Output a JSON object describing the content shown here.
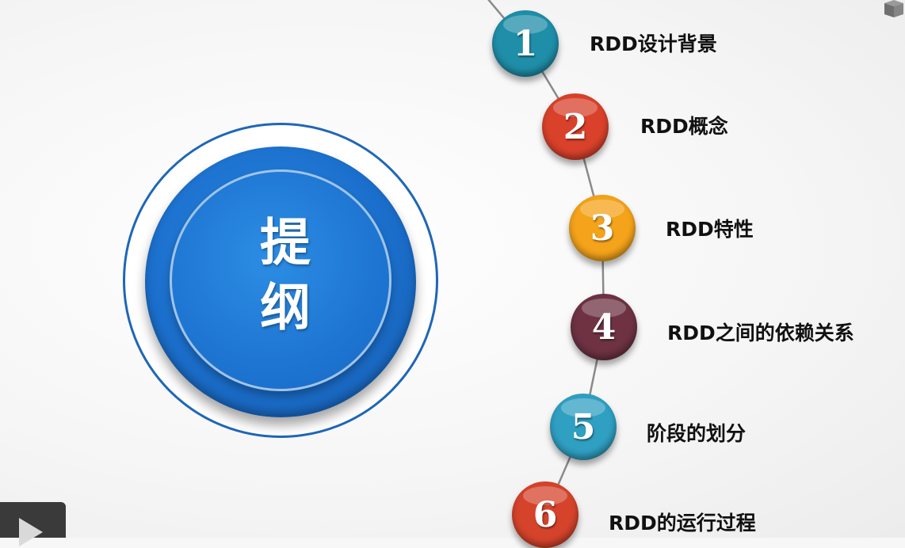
{
  "title": "提纲",
  "outline": {
    "items": [
      {
        "number": "1",
        "label": "RDD设计背景",
        "color": "#1f8ea8"
      },
      {
        "number": "2",
        "label": "RDD概念",
        "color": "#d9412b"
      },
      {
        "number": "3",
        "label": "RDD特性",
        "color": "#f4a31a"
      },
      {
        "number": "4",
        "label": "RDD之间的依赖关系",
        "color": "#6e3243"
      },
      {
        "number": "5",
        "label": "阶段的划分",
        "color": "#2f9fc2"
      },
      {
        "number": "6",
        "label": "RDD的运行过程",
        "color": "#d5432b"
      }
    ]
  },
  "colors": {
    "badge_blue": "#1b6fcc",
    "connector": "#8a8a8a"
  },
  "icons": {
    "play": "play-icon",
    "corner": "cube-logo-icon"
  }
}
